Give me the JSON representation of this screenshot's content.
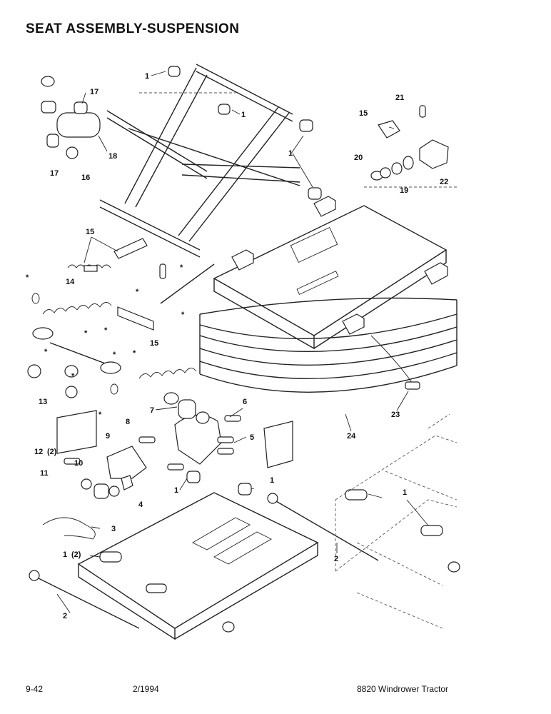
{
  "title": "SEAT ASSEMBLY-SUSPENSION",
  "footer": {
    "page": "9-42",
    "date": "2/1994",
    "model": "8820 Windrower Tractor"
  },
  "callouts": {
    "c1": "1",
    "c2": "1",
    "c3": "17",
    "c4": "18",
    "c5": "17",
    "c6": "16",
    "c7": "1",
    "c8": "21",
    "c9": "15",
    "c10": "20",
    "c11": "19",
    "c12": "22",
    "c13": "15",
    "c14": "14",
    "c15": "15",
    "c16": "13",
    "c17": "7",
    "c18": "6",
    "c19": "8",
    "c20": "9",
    "c21": "5",
    "c22": "12",
    "c23": "(2)",
    "c24": "11",
    "c25": "10",
    "c26": "1",
    "c27": "4",
    "c28": "1",
    "c29": "3",
    "c30": "1",
    "c31": "(2)",
    "c32": "2",
    "c33": "2",
    "c34": "1",
    "c35": "23",
    "c36": "24",
    "c37": "1"
  }
}
